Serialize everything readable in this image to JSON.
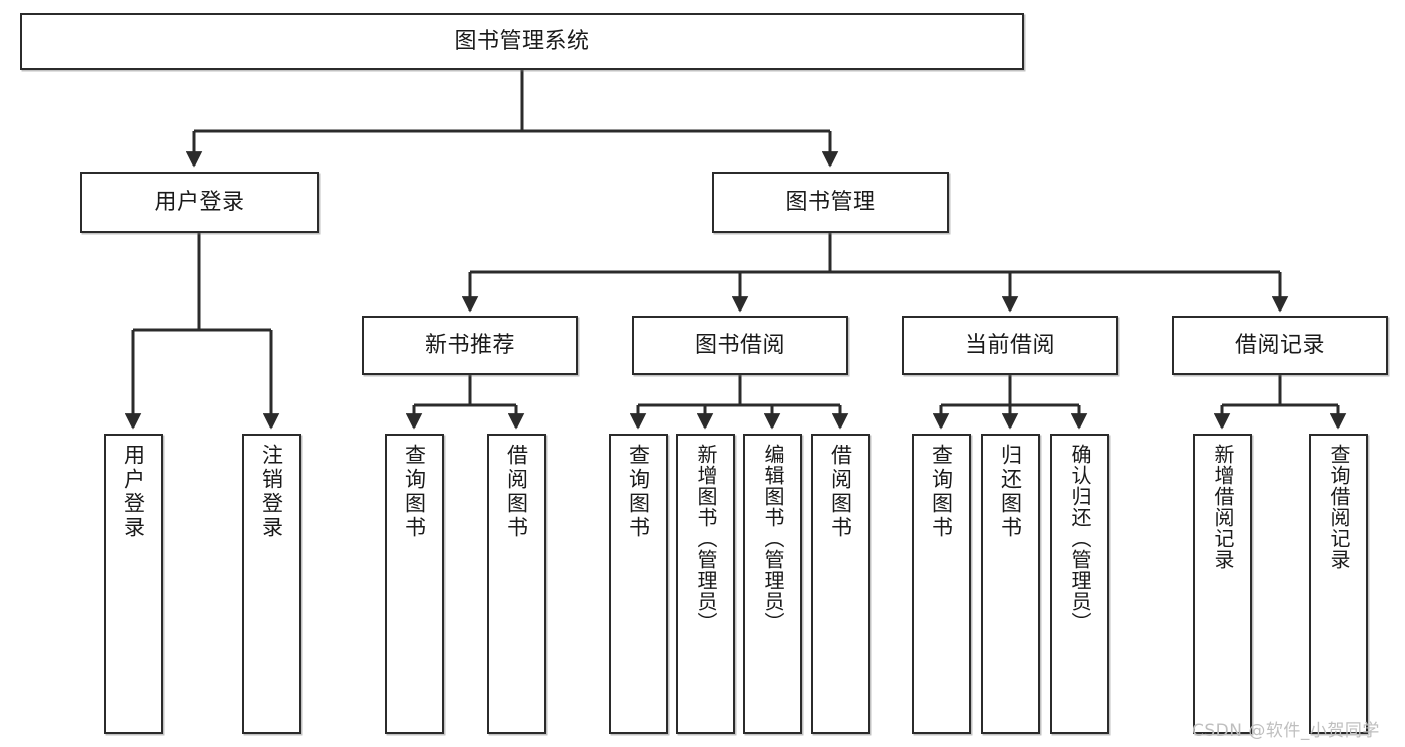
{
  "diagram": {
    "title": "图书管理系统",
    "type": "tree-hierarchy-chart",
    "root": {
      "label": "图书管理系统"
    },
    "level2": [
      {
        "label": "用户登录"
      },
      {
        "label": "图书管理"
      }
    ],
    "level3": [
      {
        "label": "新书推荐"
      },
      {
        "label": "图书借阅"
      },
      {
        "label": "当前借阅"
      },
      {
        "label": "借阅记录"
      }
    ],
    "leaves": [
      {
        "label": "用户登录",
        "parent": "用户登录"
      },
      {
        "label": "注销登录",
        "parent": "用户登录"
      },
      {
        "label": "查询图书",
        "parent": "新书推荐"
      },
      {
        "label": "借阅图书",
        "parent": "新书推荐"
      },
      {
        "label": "查询图书",
        "parent": "图书借阅"
      },
      {
        "label": "新增图书（管理员）",
        "parent": "图书借阅"
      },
      {
        "label": "编辑图书（管理员）",
        "parent": "图书借阅"
      },
      {
        "label": "借阅图书",
        "parent": "图书借阅"
      },
      {
        "label": "查询图书",
        "parent": "当前借阅"
      },
      {
        "label": "归还图书",
        "parent": "当前借阅"
      },
      {
        "label": "确认归还（管理员）",
        "parent": "当前借阅"
      },
      {
        "label": "新增借阅记录",
        "parent": "借阅记录"
      },
      {
        "label": "查询借阅记录",
        "parent": "借阅记录"
      }
    ]
  },
  "watermark": {
    "text": "CSDN @软件_小贺同学"
  },
  "colors": {
    "stroke": "#2b2b2b",
    "fill": "#ffffff",
    "text": "#1a1a1a",
    "watermark": "#bfbfbf"
  }
}
